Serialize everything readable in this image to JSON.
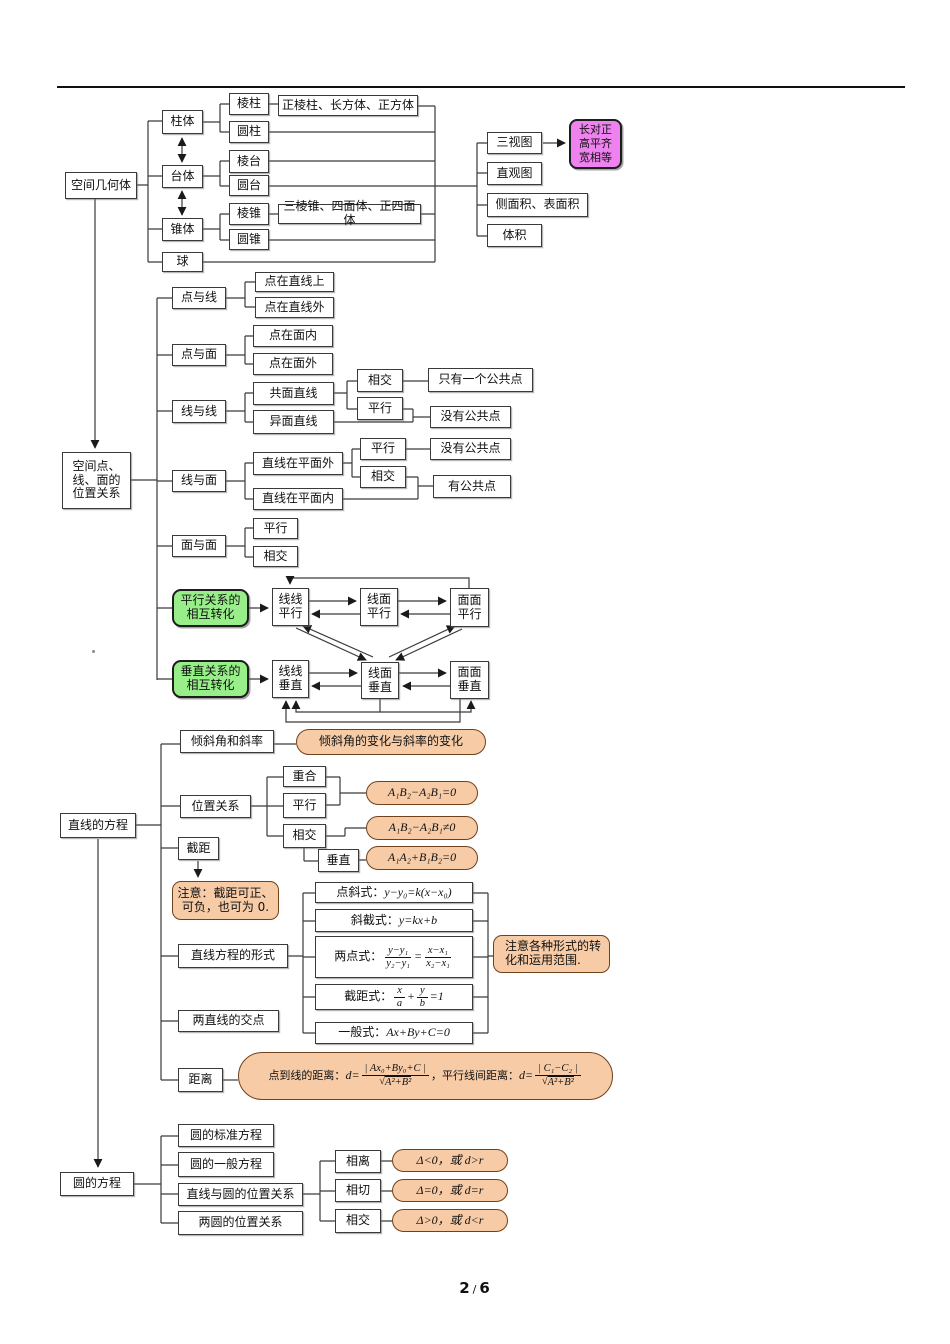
{
  "footer": {
    "page": "2",
    "sep": "/",
    "total": "6"
  },
  "colors": {
    "accent_pink": "#EE82EE",
    "accent_green": "#98EE88",
    "accent_orange": "#F6CBA6",
    "line": "#3a3a3a"
  },
  "solids": {
    "root": "空间几何体",
    "cylinder_group": "柱体",
    "frustum_group": "台体",
    "cone_group": "锥体",
    "sphere": "球",
    "prism": "棱柱",
    "cylinder": "圆柱",
    "prism_frustum": "棱台",
    "cone_frustum": "圆台",
    "pyramid": "棱锥",
    "cone": "圆锥",
    "prism_examples": "正棱柱、长方体、正方体",
    "pyramid_examples": "三棱锥、四面体、正四面体",
    "three_views": "三视图",
    "intuitive_view": "直观图",
    "surface_area": "侧面积、表面积",
    "volume": "体积",
    "three_view_rule": "长对正\n高平齐\n宽相等"
  },
  "relations": {
    "root": "空间点、\n线、面的\n位置关系",
    "point_line": "点与线",
    "point_plane": "点与面",
    "line_line": "线与线",
    "line_plane": "线与面",
    "plane_plane": "面与面",
    "point_on_line": "点在直线上",
    "point_off_line": "点在直线外",
    "point_in_plane": "点在面内",
    "point_out_plane": "点在面外",
    "coplanar_lines": "共面直线",
    "skew_lines": "异面直线",
    "intersect_1": "相交",
    "parallel_1": "平行",
    "only_one_common": "只有一个公共点",
    "no_common_1": "没有公共点",
    "line_out_plane": "直线在平面外",
    "line_in_plane": "直线在平面内",
    "parallel_2": "平行",
    "intersect_2": "相交",
    "no_common_2": "没有公共点",
    "have_common": "有公共点",
    "parallel_3": "平行",
    "intersect_3": "相交"
  },
  "transform": {
    "parallel_label": "平行关系的\n相互转化",
    "perp_label": "垂直关系的\n相互转化",
    "ll_parallel": "线线\n平行",
    "lp_parallel": "线面\n平行",
    "pp_parallel": "面面\n平行",
    "ll_perp": "线线\n垂直",
    "lp_perp": "线面\n垂直",
    "pp_perp": "面面\n垂直"
  },
  "line_eq": {
    "root": "直线的方程",
    "slope": "倾斜角和斜率",
    "slope_note": "倾斜角的变化与斜率的变化",
    "position": "位置关系",
    "coincide": "重合",
    "parallel": "平行",
    "intersect": "相交",
    "perpendicular": "垂直",
    "cond_parallel": "A₁B₂−A₂B₁=0",
    "cond_intersect": "A₁B₂−A₂B₁≠0",
    "cond_perp": "A₁A₂+B₁B₂=0",
    "intercept": "截距",
    "intercept_note": "注意：截距可正、\n可负，也可为 0.",
    "forms": "直线方程的形式",
    "form_point_slope": {
      "label": "点斜式：",
      "formula": "y−y₀=k(x−x₀)"
    },
    "form_slope_intercept": {
      "label": "斜截式：",
      "formula": "y=kx+b"
    },
    "form_two_point": {
      "label": "两点式：",
      "num1": "y−y₁",
      "den1": "y₂−y₁",
      "eq": "=",
      "num2": "x−x₁",
      "den2": "x₂−x₁"
    },
    "form_intercept": {
      "label": "截距式：",
      "num1": "x",
      "den1": "a",
      "plus": "+",
      "num2": "y",
      "den2": "b",
      "eq": "=1"
    },
    "form_general": {
      "label": "一般式：",
      "formula": "Ax+By+C=0"
    },
    "forms_note": "注意各种形式的转\n化和运用范围.",
    "intersection": "两直线的交点",
    "distance": "距离",
    "distance_formula": {
      "label1": "点到线的距离：",
      "d1": "d=",
      "num1": "| Ax₀+By₀+C |",
      "rad1": "√",
      "den1": "A²+B²",
      "sep": "，",
      "label2": "平行线间距离：",
      "d2": "d=",
      "num2": "| C₁−C₂ |",
      "rad2": "√",
      "den2": "A²+B²"
    }
  },
  "circle": {
    "root": "圆的方程",
    "standard": "圆的标准方程",
    "general": "圆的一般方程",
    "line_circle": "直线与圆的位置关系",
    "two_circles": "两圆的位置关系",
    "separate": "相离",
    "tangent": "相切",
    "intersect": "相交",
    "cond_separate": "Δ<0，或 d>r",
    "cond_tangent": "Δ=0，或 d=r",
    "cond_intersect": "Δ>0，或 d<r"
  }
}
